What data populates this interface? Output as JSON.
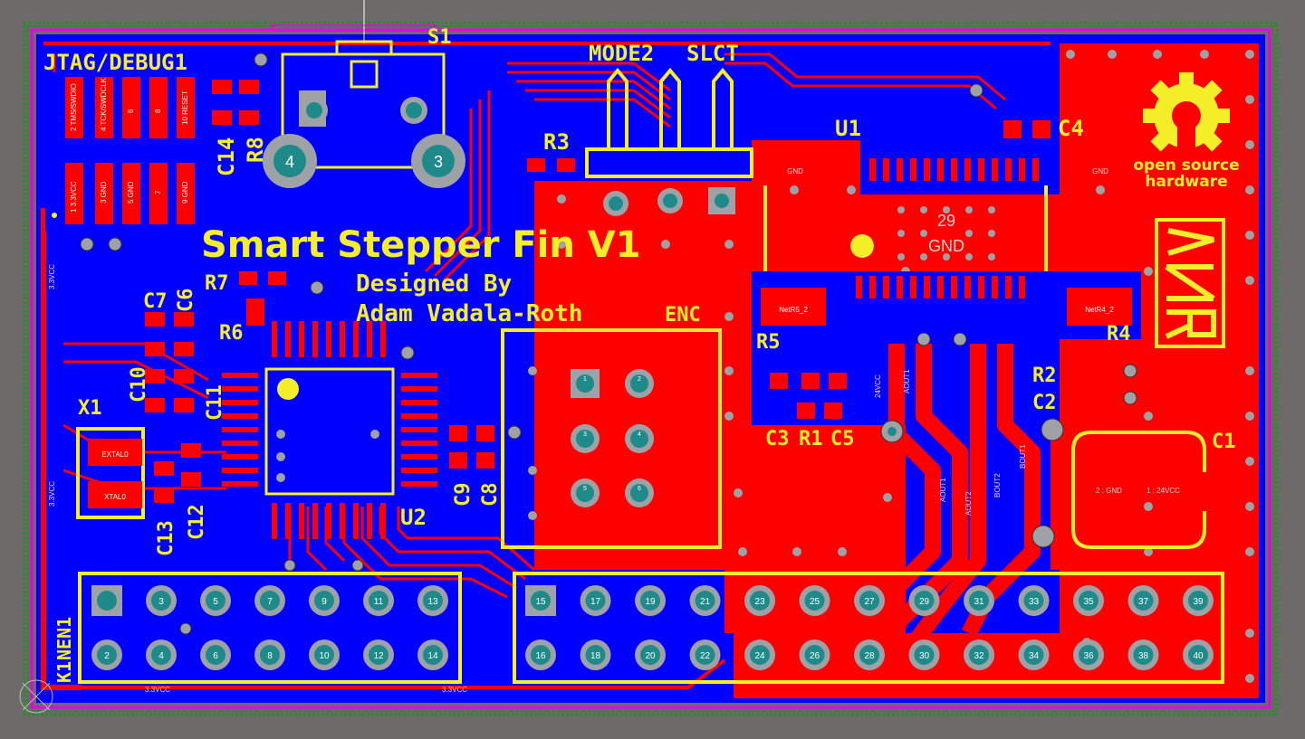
{
  "colors": {
    "background": "#6e6a6a",
    "top_copper": "#ff0000",
    "bottom_copper": "#0000ff",
    "silkscreen": "#f5ef2a",
    "keepout": "#e600e6",
    "board_edge": "#2c8a2c",
    "pad": "#9ea2a6",
    "drill": "#1f8a8a"
  },
  "board": {
    "title": "Smart Stepper Fin V1",
    "designed_by": "Designed By",
    "author": "Adam Vadala-Roth",
    "oshw_text_line1": "open source",
    "oshw_text_line2": "hardware"
  },
  "designators": {
    "jtag": "JTAG/DEBUG1",
    "s1": "S1",
    "mode2": "MODE2",
    "slct": "SLCT",
    "u1": "U1",
    "c4": "C4",
    "r3": "R3",
    "c14": "C14",
    "r8": "R8",
    "r7": "R7",
    "c7": "C7",
    "c6": "C6",
    "r6": "R6",
    "c10": "C10",
    "c11": "C11",
    "x1": "X1",
    "c13": "C13",
    "c12": "C12",
    "u2": "U2",
    "c9": "C9",
    "c8": "C8",
    "enc": "ENC",
    "r5": "R5",
    "r4": "R4",
    "r2": "R2",
    "c2": "C2",
    "c3": "C3",
    "r1": "R1",
    "c5": "C5",
    "c1": "C1",
    "k1": "K1",
    "nen1": "NEN1"
  },
  "nets": {
    "aout1": "AOUT1",
    "aout2": "AOUT2",
    "bout1": "BOUT1",
    "bout2": "BOUT2",
    "v24": "24VCC",
    "gnd29": "GND",
    "pad29": "29",
    "netr5": "NetR5_2",
    "netr4": "NetR4_2",
    "c1_gnd": "2 : GND",
    "c1_24v": "1 : 24VCC",
    "extal": "EXTAL0",
    "xtal": "XTAL0",
    "v33": "3.3VCC",
    "gnd": "GND"
  },
  "jtag_pins": [
    "2 TMS/SWDIO",
    "4 TCK/SWDCLK",
    "6",
    "8",
    "10 RESET",
    "1 3.3VCC",
    "3 GND",
    "5 GND",
    "7",
    "9 GND"
  ],
  "header_left_top": [
    "",
    "3",
    "5",
    "7",
    "9",
    "11",
    "13"
  ],
  "header_left_bottom": [
    "2",
    "4",
    "6",
    "8",
    "10",
    "12",
    "14"
  ],
  "header_right_top": [
    "15",
    "17",
    "19",
    "21",
    "23",
    "25",
    "27",
    "29",
    "31",
    "33",
    "35",
    "37",
    "39"
  ],
  "header_right_bottom": [
    "16",
    "18",
    "20",
    "22",
    "24",
    "26",
    "28",
    "30",
    "32",
    "34",
    "36",
    "38",
    "40"
  ],
  "s1_pads": [
    "4",
    "3"
  ],
  "enc_pads": [
    "1",
    "2",
    "3",
    "4",
    "5",
    "6"
  ]
}
